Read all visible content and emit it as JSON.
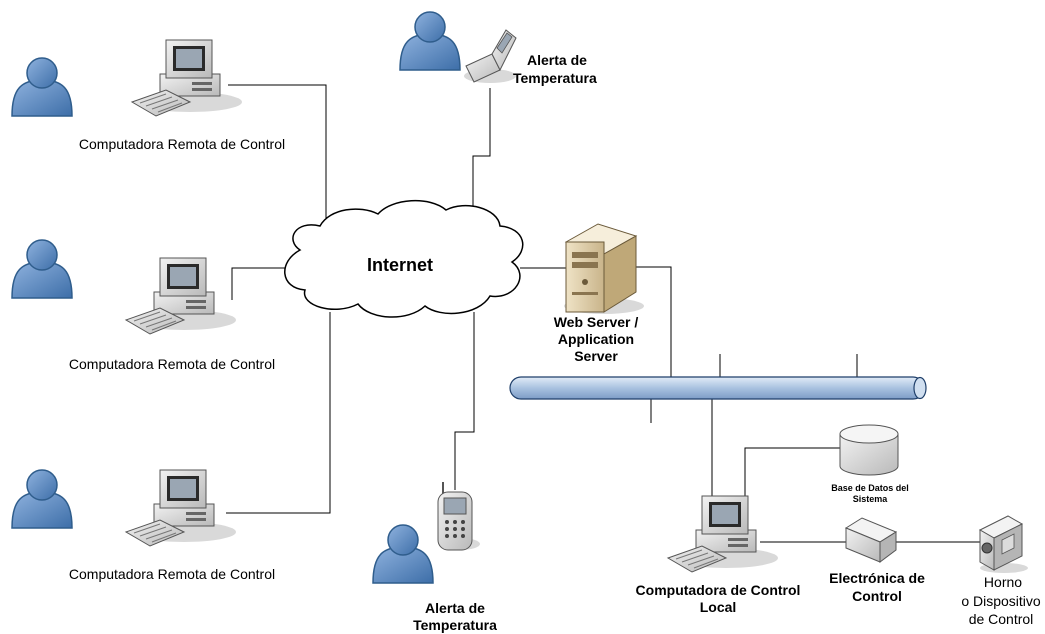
{
  "labels": {
    "remote_computer_1": "Computadora Remota de Control",
    "remote_computer_2": "Computadora Remota de Control",
    "remote_computer_3": "Computadora Remota de Control",
    "internet": "Internet",
    "temp_alert_top_line1": "Alerta de",
    "temp_alert_top_line2": "Temperatura",
    "temp_alert_bottom_line1": "Alerta de",
    "temp_alert_bottom_line2": "Temperatura",
    "server_line1": "Web Server /",
    "server_line2": "Application",
    "server_line3": "Server",
    "database_line1": "Base de Datos del",
    "database_line2": "Sistema",
    "local_computer_line1": "Computadora de Control",
    "local_computer_line2": "Local",
    "electronics_line1": "Electrónica de",
    "electronics_line2": "Control",
    "oven_line1": "Horno",
    "oven_line2": "o Dispositivo",
    "oven_line3": "de Control"
  },
  "icons": [
    "user-icon",
    "computer-icon",
    "cell-phone-icon",
    "flip-phone-icon",
    "cloud-icon",
    "server-icon",
    "database-icon",
    "bus-icon",
    "control-box-icon",
    "camera-icon"
  ],
  "colors": {
    "user_fill": "#4f81bd",
    "user_stroke": "#2f5d8c",
    "bus_fill": "#b8cce4",
    "bus_stroke": "#1f3f6a",
    "line": "#000000"
  }
}
